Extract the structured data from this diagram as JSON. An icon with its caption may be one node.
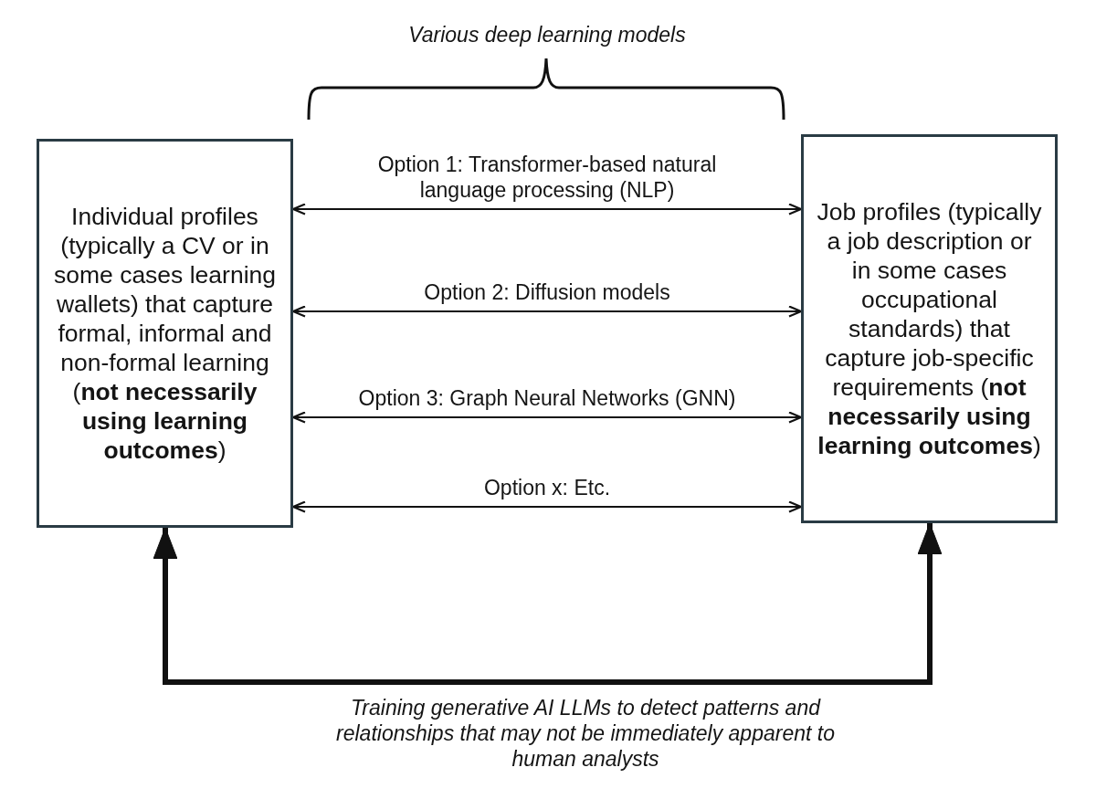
{
  "diagram": {
    "nodes": [
      {
        "text": [
          "Individual profiles (typically a CV or in some cases learning wallets) that capture formal, informal and non-formal learning (**not necessarily using learning outcomes**)"
        ]
      },
      {
        "text": [
          "Job profiles (typically a job description or in some cases occupational standards) that capture job-specific requirements (**not necessarily using learning outcomes**)"
        ]
      }
    ],
    "edges": [
      {
        "from": 0,
        "to": 1,
        "arrow": "both",
        "label": "Option 1: Transformer-based natural language processing (NLP)"
      },
      {
        "from": 0,
        "to": 1,
        "arrow": "both",
        "label": "Option 2: Diffusion models"
      },
      {
        "from": 0,
        "to": 1,
        "arrow": "both",
        "label": "Option 3: Graph Neural Networks (GNN)"
      },
      {
        "from": 0,
        "to": 1,
        "arrow": "both",
        "label": "Option x: Etc."
      },
      {
        "from": 0,
        "to": 1,
        "arrow": "both",
        "style": "thick",
        "label": "Training generative AI LLMs to detect patterns and relationships that may not be immediately apparent to human analysts"
      }
    ],
    "labels": [
      "Various deep learning models"
    ]
  }
}
